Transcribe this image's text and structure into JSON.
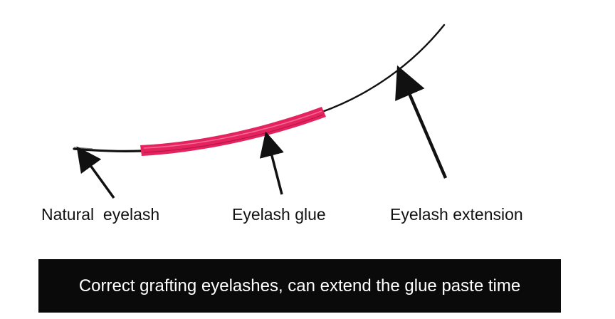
{
  "labels": {
    "natural": "Natural  eyelash",
    "glue": "Eyelash glue",
    "extension": "Eyelash extension"
  },
  "caption": "Correct grafting eyelashes, can extend the glue paste time",
  "colors": {
    "glue": "#e5235f",
    "glue_highlight": "#f46a95",
    "lash": "#111111",
    "caption_bg": "#0a0a0a",
    "caption_text": "#ffffff"
  }
}
